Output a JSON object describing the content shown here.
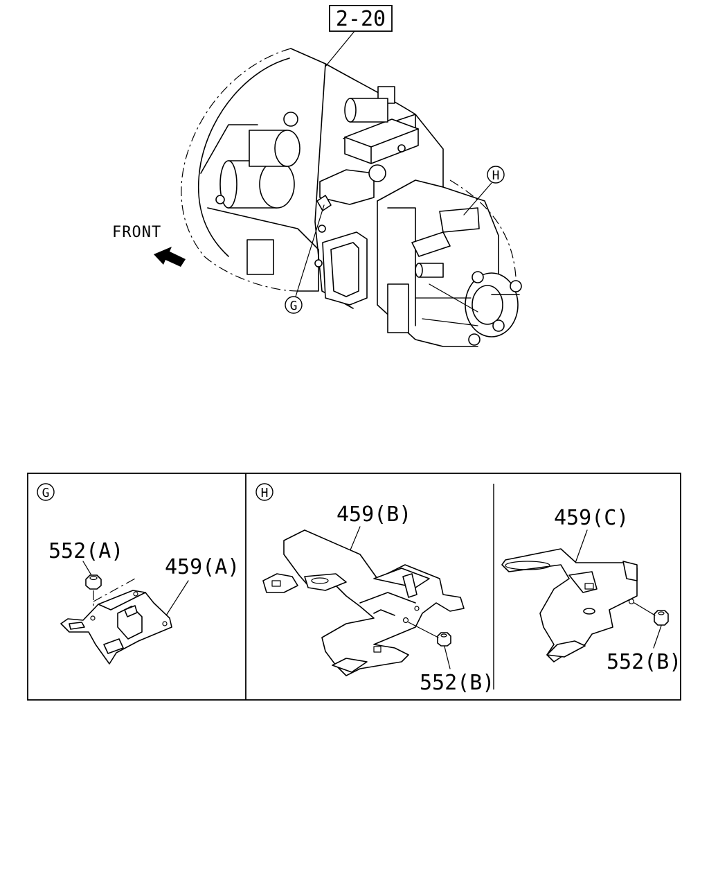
{
  "ref_box": "2-20",
  "front_label": "FRONT",
  "callouts": {
    "g": "G",
    "h": "H"
  },
  "panel_g": {
    "title": "G",
    "nut_label": "552(A)",
    "bracket_label": "459(A)"
  },
  "panel_h": {
    "title": "H",
    "left": {
      "bracket_label": "459(B)",
      "nut_label": "552(B)"
    },
    "right": {
      "bracket_label": "459(C)",
      "nut_label": "552(B)"
    }
  }
}
